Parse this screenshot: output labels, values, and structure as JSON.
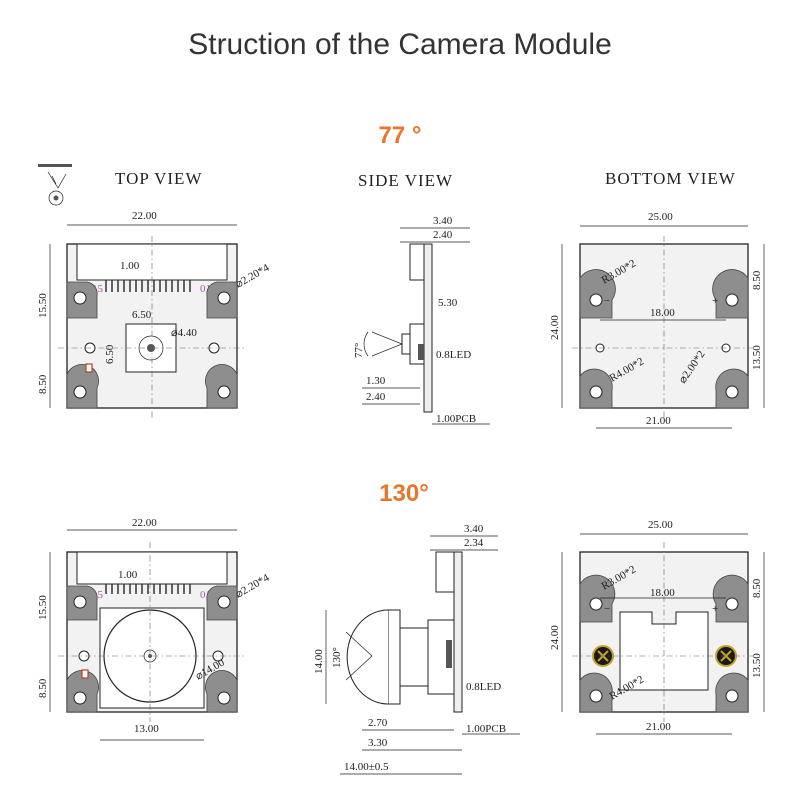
{
  "title": "Struction of the Camera Module",
  "accent_color": "#e8762b",
  "variants": [
    {
      "angle_label": "77 °",
      "top_view": {
        "heading": "TOP VIEW",
        "dims": {
          "width": "22.00",
          "pitch": "1.00",
          "upper": "15.50",
          "lower": "8.50",
          "lens_box": "6.50",
          "lens_box_v": "6.50",
          "lens_dia": "⌀4.40",
          "hole": "⌀2.20*4",
          "pin_a": "15",
          "pin_b": "01"
        }
      },
      "side_view": {
        "heading": "SIDE VIEW",
        "dims": {
          "d1": "3.40",
          "d2": "2.40",
          "d3": "5.30",
          "angle": "77°",
          "led": "0.8LED",
          "d4": "1.30",
          "d5": "2.40",
          "pcb": "1.00PCB"
        }
      },
      "bottom_view": {
        "heading": "BOTTOM VIEW",
        "dims": {
          "width": "25.00",
          "height": "24.00",
          "r1": "R3.00*2",
          "r2": "R4.00*2",
          "span": "18.00",
          "top": "8.50",
          "bottom": "13.50",
          "hole": "⌀2.00*2",
          "base": "21.00",
          "minus": "−",
          "plus": "+"
        }
      }
    },
    {
      "angle_label": "130°",
      "top_view": {
        "dims": {
          "width": "22.00",
          "pitch": "1.00",
          "upper": "15.50",
          "lower": "8.50",
          "lens_w": "13.00",
          "lens_dia": "⌀14.00",
          "hole": "⌀2.20*4",
          "pin_a": "15",
          "pin_b": "01"
        }
      },
      "side_view": {
        "dims": {
          "d1": "3.40",
          "d2": "2.34",
          "height": "14.00",
          "angle": "130°",
          "led": "0.8LED",
          "d3": "2.70",
          "pcb": "1.00PCB",
          "d4": "3.30",
          "total": "14.00±0.5"
        }
      },
      "bottom_view": {
        "dims": {
          "width": "25.00",
          "height": "24.00",
          "r1": "R3.00*2",
          "r2": "R4.00*2",
          "span": "18.00",
          "top": "8.50",
          "bottom": "13.50",
          "base": "21.00",
          "minus": "−",
          "plus": "+"
        }
      }
    }
  ],
  "icons": [
    "esd-warning-icon"
  ]
}
